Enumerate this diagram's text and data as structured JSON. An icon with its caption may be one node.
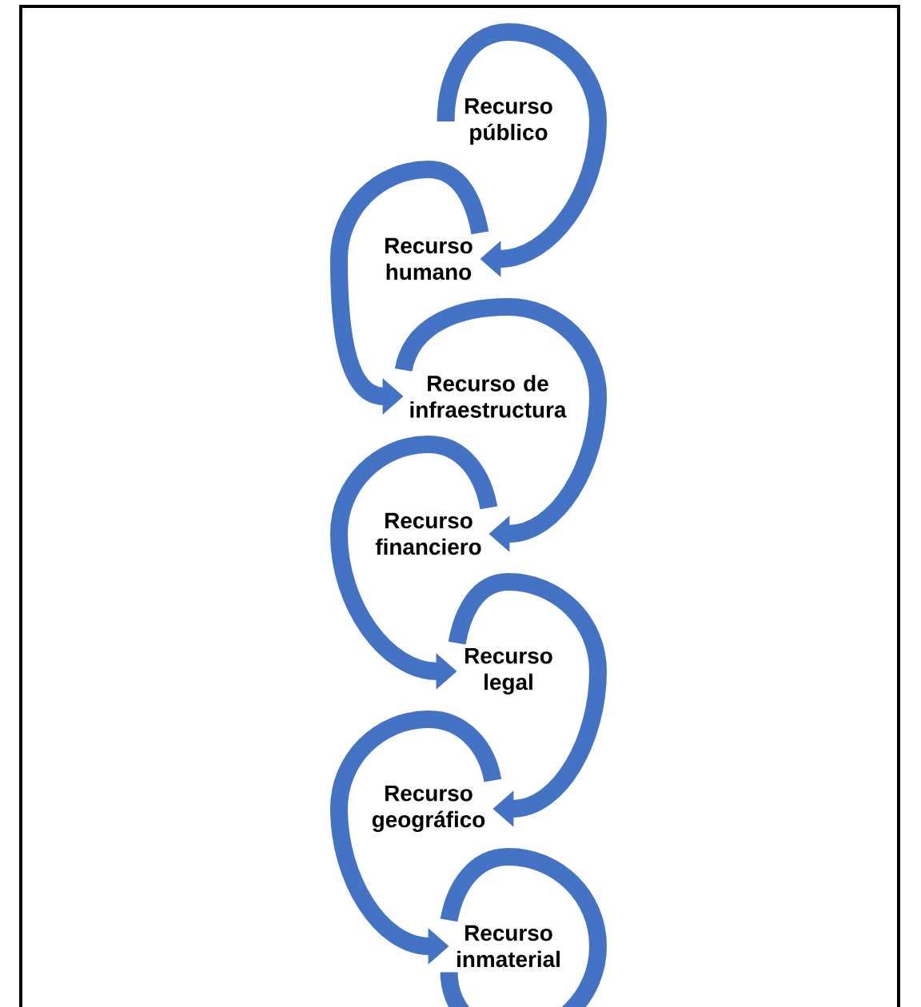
{
  "diagram": {
    "nodes": [
      {
        "text": [
          "Recurso público"
        ]
      },
      {
        "text": [
          "Recurso humano"
        ]
      },
      {
        "text": [
          "Recurso de infraestructura"
        ]
      },
      {
        "text": [
          "Recurso financiero"
        ]
      },
      {
        "text": [
          "Recurso legal"
        ]
      },
      {
        "text": [
          "Recurso geográfico"
        ]
      },
      {
        "text": [
          "Recurso inmaterial"
        ]
      }
    ],
    "edges": [
      {
        "from": 0,
        "to": 1,
        "arrow": "to"
      },
      {
        "from": 1,
        "to": 2,
        "arrow": "to"
      },
      {
        "from": 2,
        "to": 3,
        "arrow": "to"
      },
      {
        "from": 3,
        "to": 4,
        "arrow": "to"
      },
      {
        "from": 4,
        "to": 5,
        "arrow": "to"
      },
      {
        "from": 5,
        "to": 6,
        "arrow": "to"
      },
      {
        "from": 6,
        "to": 6,
        "arrow": "none"
      }
    ]
  }
}
